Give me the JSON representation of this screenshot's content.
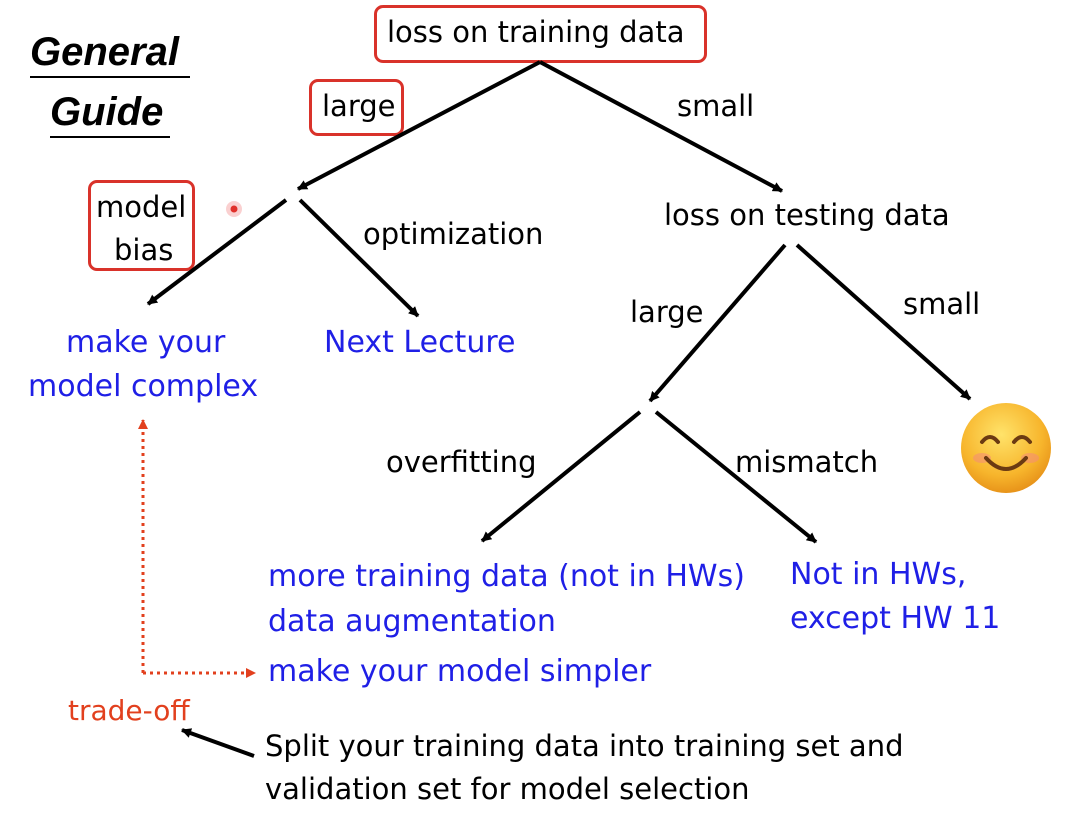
{
  "title": {
    "line1": "General",
    "line2": "Guide"
  },
  "nodes": {
    "root": "loss on training data",
    "train_large": "large",
    "train_small": "small",
    "model_bias_line1": "model",
    "model_bias_line2": "bias",
    "optimization": "optimization",
    "make_complex_line1": "make your",
    "make_complex_line2": "model complex",
    "next_lecture": "Next Lecture",
    "test_loss": "loss on testing data",
    "test_large": "large",
    "test_small": "small",
    "overfitting": "overfitting",
    "mismatch": "mismatch",
    "overfit_fix_1": "more training data (not in HWs)",
    "overfit_fix_2": "data augmentation",
    "overfit_fix_3": "make your model simpler",
    "mismatch_fix_line1": "Not in HWs,",
    "mismatch_fix_line2": "except HW 11",
    "tradeoff": "trade-off",
    "split_line1": "Split your training data into training set and",
    "split_line2": "validation set for model selection"
  },
  "icons": {
    "smile": "smiling-face-emoji-icon",
    "pointer": "laser-pointer-dot-icon"
  },
  "colors": {
    "highlight_box": "#d9322a",
    "solution_text": "#1f1fe6",
    "tradeoff": "#e2401e"
  }
}
